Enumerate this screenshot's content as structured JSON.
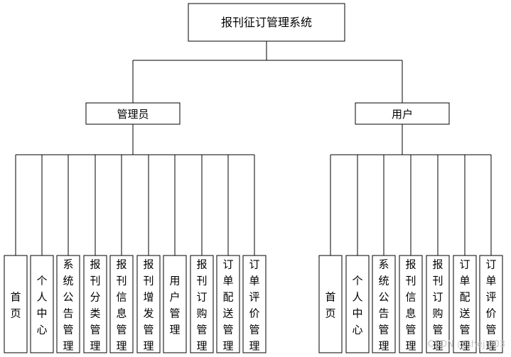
{
  "root": {
    "label": "报刊征订管理系统"
  },
  "branches": [
    {
      "key": "admin",
      "label": "管理员",
      "children": [
        "首页",
        "个人中心",
        "系统公告管理",
        "报刊分类管理",
        "报刊信息管理",
        "报刊增发管理",
        "用户管理",
        "报刊订购管理",
        "订单配送管理",
        "订单评价管理"
      ]
    },
    {
      "key": "user",
      "label": "用户",
      "children": [
        "首页",
        "个人中心",
        "系统公告管理",
        "报刊信息管理",
        "报刊订购管理",
        "订单配送管理",
        "订单评价管理"
      ]
    }
  ],
  "watermark": "CSDN @sheji003"
}
